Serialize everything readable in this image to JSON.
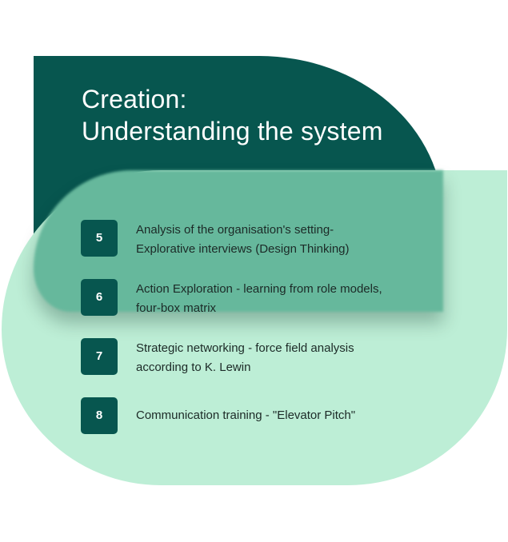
{
  "heading": {
    "line1": "Creation:",
    "line2": "Understanding the system"
  },
  "steps": [
    {
      "number": "5",
      "lines": [
        "Analysis of the organisation's setting-",
        "Explorative interviews (Design Thinking)"
      ]
    },
    {
      "number": "6",
      "lines": [
        "Action Exploration - learning from role models,",
        "four-box matrix"
      ]
    },
    {
      "number": "7",
      "lines": [
        "Strategic networking - force field analysis",
        "according to K. Lewin"
      ]
    },
    {
      "number": "8",
      "lines": [
        "Communication training - \"Elevator Pitch\"",
        ""
      ]
    }
  ],
  "colors": {
    "dark_panel": "#07564f",
    "light_panel": "#bdeed6",
    "overlap": "#66b89c",
    "badge": "#07564f",
    "heading_text": "#ffffff",
    "body_text": "#1c2a27"
  }
}
